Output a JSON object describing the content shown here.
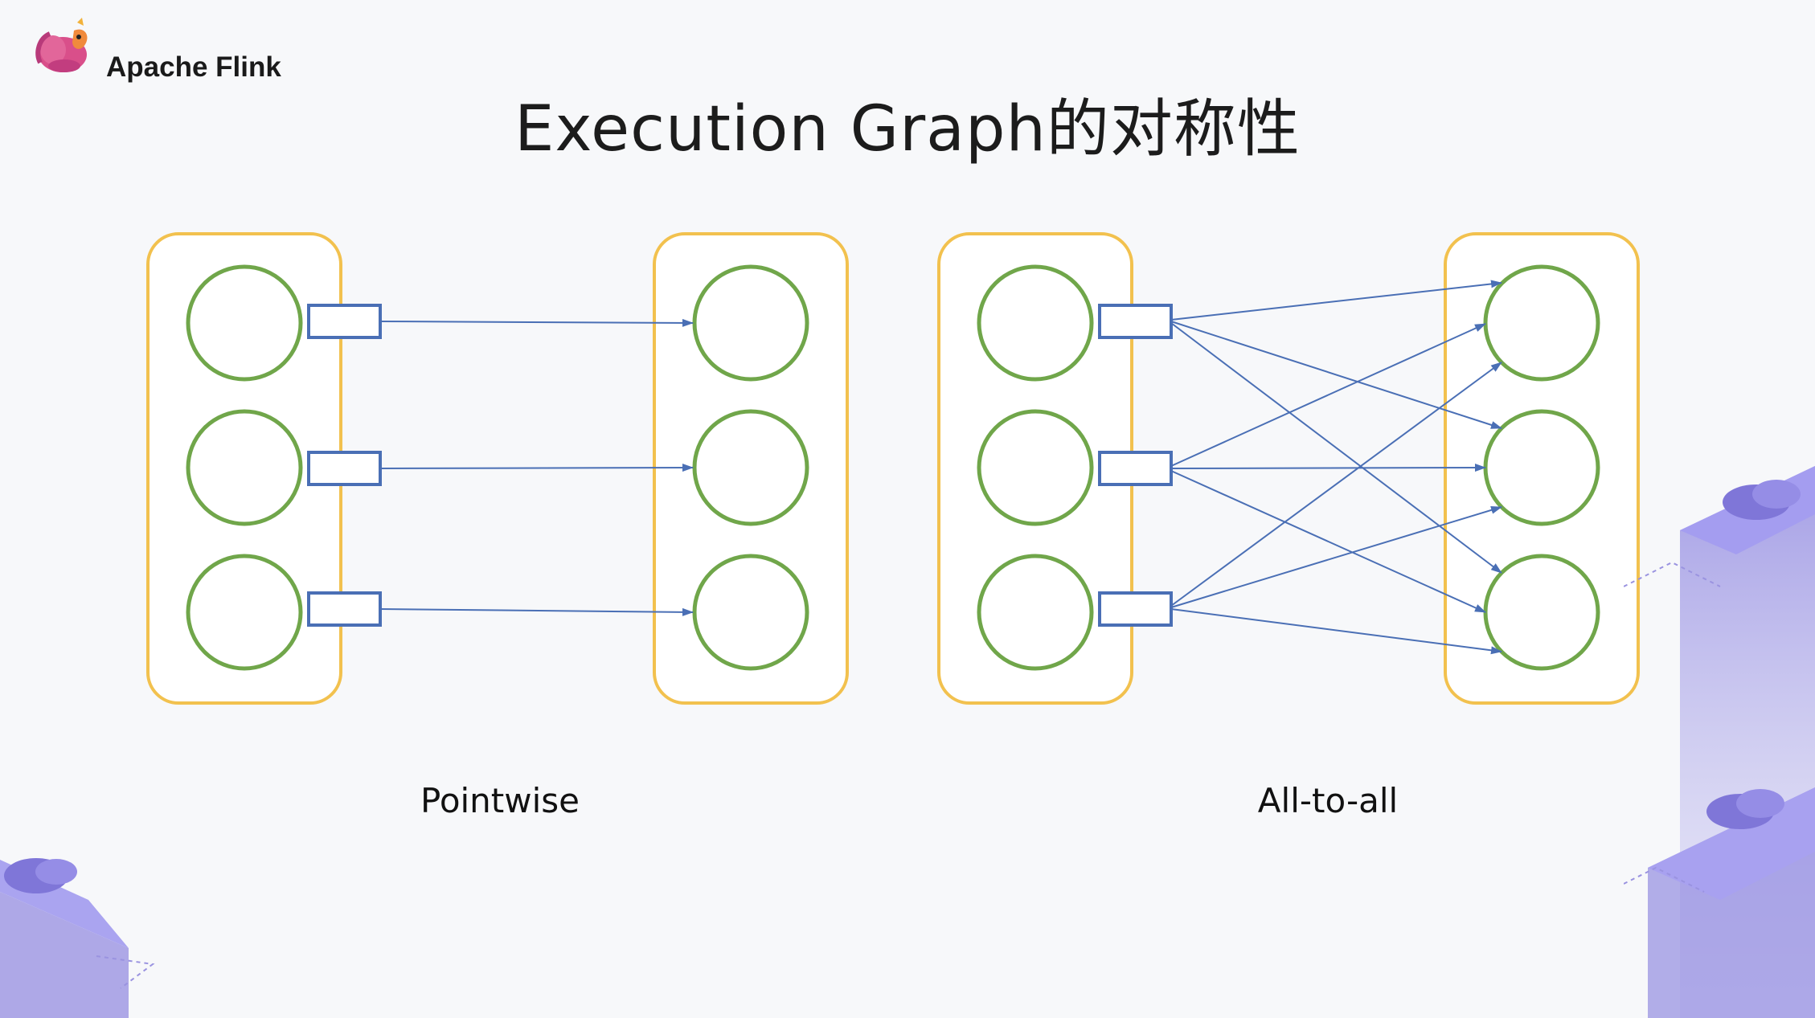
{
  "brand": {
    "name": "Apache Flink",
    "logo_icon": "flink-squirrel-icon"
  },
  "title": "Execution Graph的对称性",
  "diagrams": [
    {
      "label": "Pointwise",
      "connection": "pointwise",
      "upstream_subtasks": 3,
      "downstream_subtasks": 3
    },
    {
      "label": "All-to-all",
      "connection": "all-to-all",
      "upstream_subtasks": 3,
      "downstream_subtasks": 3
    }
  ],
  "colors": {
    "vertex_border": "#f2c14e",
    "subtask_circle": "#70a64a",
    "result_partition": "#4a6fb5",
    "edge": "#4a6fb5",
    "decoration": "#8b84d9"
  }
}
